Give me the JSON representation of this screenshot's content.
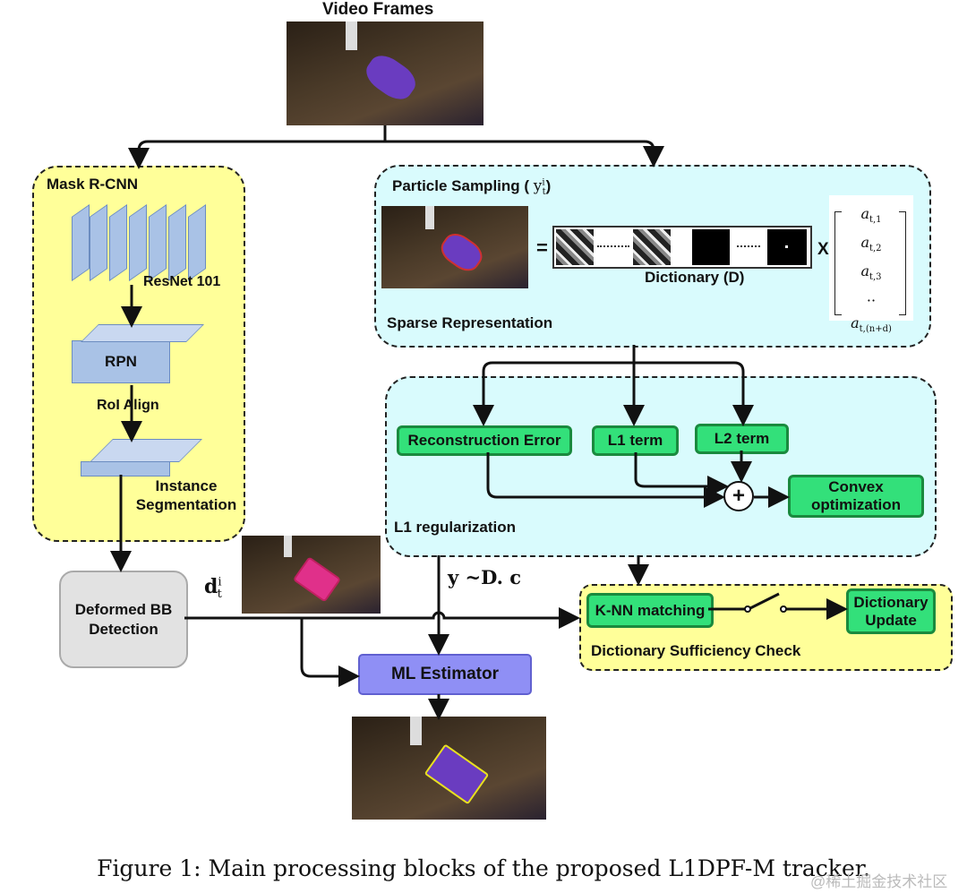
{
  "title": "Video Frames",
  "mask_rcnn": {
    "title": "Mask R-CNN",
    "resnet": "ResNet 101",
    "rpn": "RPN",
    "roi": "RoI Align",
    "instance": "Instance Segmentation"
  },
  "deformed": "Deformed BB Detection",
  "d_label": "d",
  "d_sup": "i",
  "d_sub": "t",
  "sparse": {
    "title": "Particle Sampling (",
    "title_end": ")",
    "y": "y",
    "equals": "=",
    "dictionary": "Dictionary (D)",
    "times": "X",
    "vector": [
      "a",
      "a",
      "a",
      "··",
      "a"
    ],
    "vector_subs": [
      "t,1",
      "t,2",
      "t,3",
      "",
      "t,(n+d)"
    ],
    "footer": "Sparse Representation"
  },
  "l1": {
    "recon": "Reconstruction Error",
    "l1term": "L1 term",
    "l2term": "L2 term",
    "plus": "+",
    "convex": "Convex optimization",
    "footer": "L1 regularization"
  },
  "relation": "y ~D. c",
  "check": {
    "knn": "K-NN matching",
    "update": "Dictionary Update",
    "footer": "Dictionary Sufficiency Check"
  },
  "ml": "ML Estimator",
  "caption": "Figure 1: Main processing blocks of the proposed L1DPF-M tracker.",
  "watermark": "@稀土掘金技术社区",
  "colors": {
    "yellow": "#ffff99",
    "cyan": "#d9fbfd",
    "green": "#33e07a",
    "purple": "#8f8ff5",
    "gray": "#e2e2e2",
    "block": "#a9c2e6"
  }
}
